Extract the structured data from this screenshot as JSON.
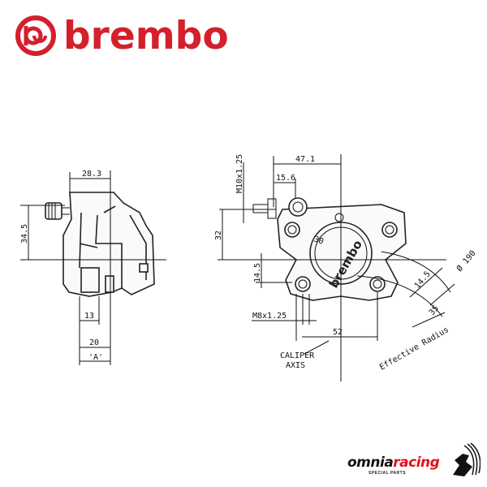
{
  "brand": {
    "name": "brembo",
    "color": "#d3202c"
  },
  "left_view": {
    "dims": {
      "width_top": "28.3",
      "height": "34.5",
      "d13": "13",
      "d20": "20",
      "ref_a": "'A'"
    }
  },
  "right_view": {
    "dims": {
      "d47": "47.1",
      "d15": "15.6",
      "thread_top": "M10x1.25",
      "d32": "32",
      "d14_5": "14.5",
      "d30": "30",
      "thread_bottom": "M8x1.25",
      "d52": "52",
      "disc_dia": "Ø 190",
      "d14_5_arc": "14.5",
      "d35": "35"
    },
    "body_logo": "brembo",
    "caliper_axis": "CALIPER\nAXIS",
    "caliper_axis_l1": "CALIPER",
    "caliper_axis_l2": "AXIS",
    "effective_radius": "Effective Radius"
  },
  "dealer": {
    "name_a": "omnia",
    "name_b": "racing",
    "tagline": "SPECIAL PARTS",
    "accent": "#e3101b"
  }
}
